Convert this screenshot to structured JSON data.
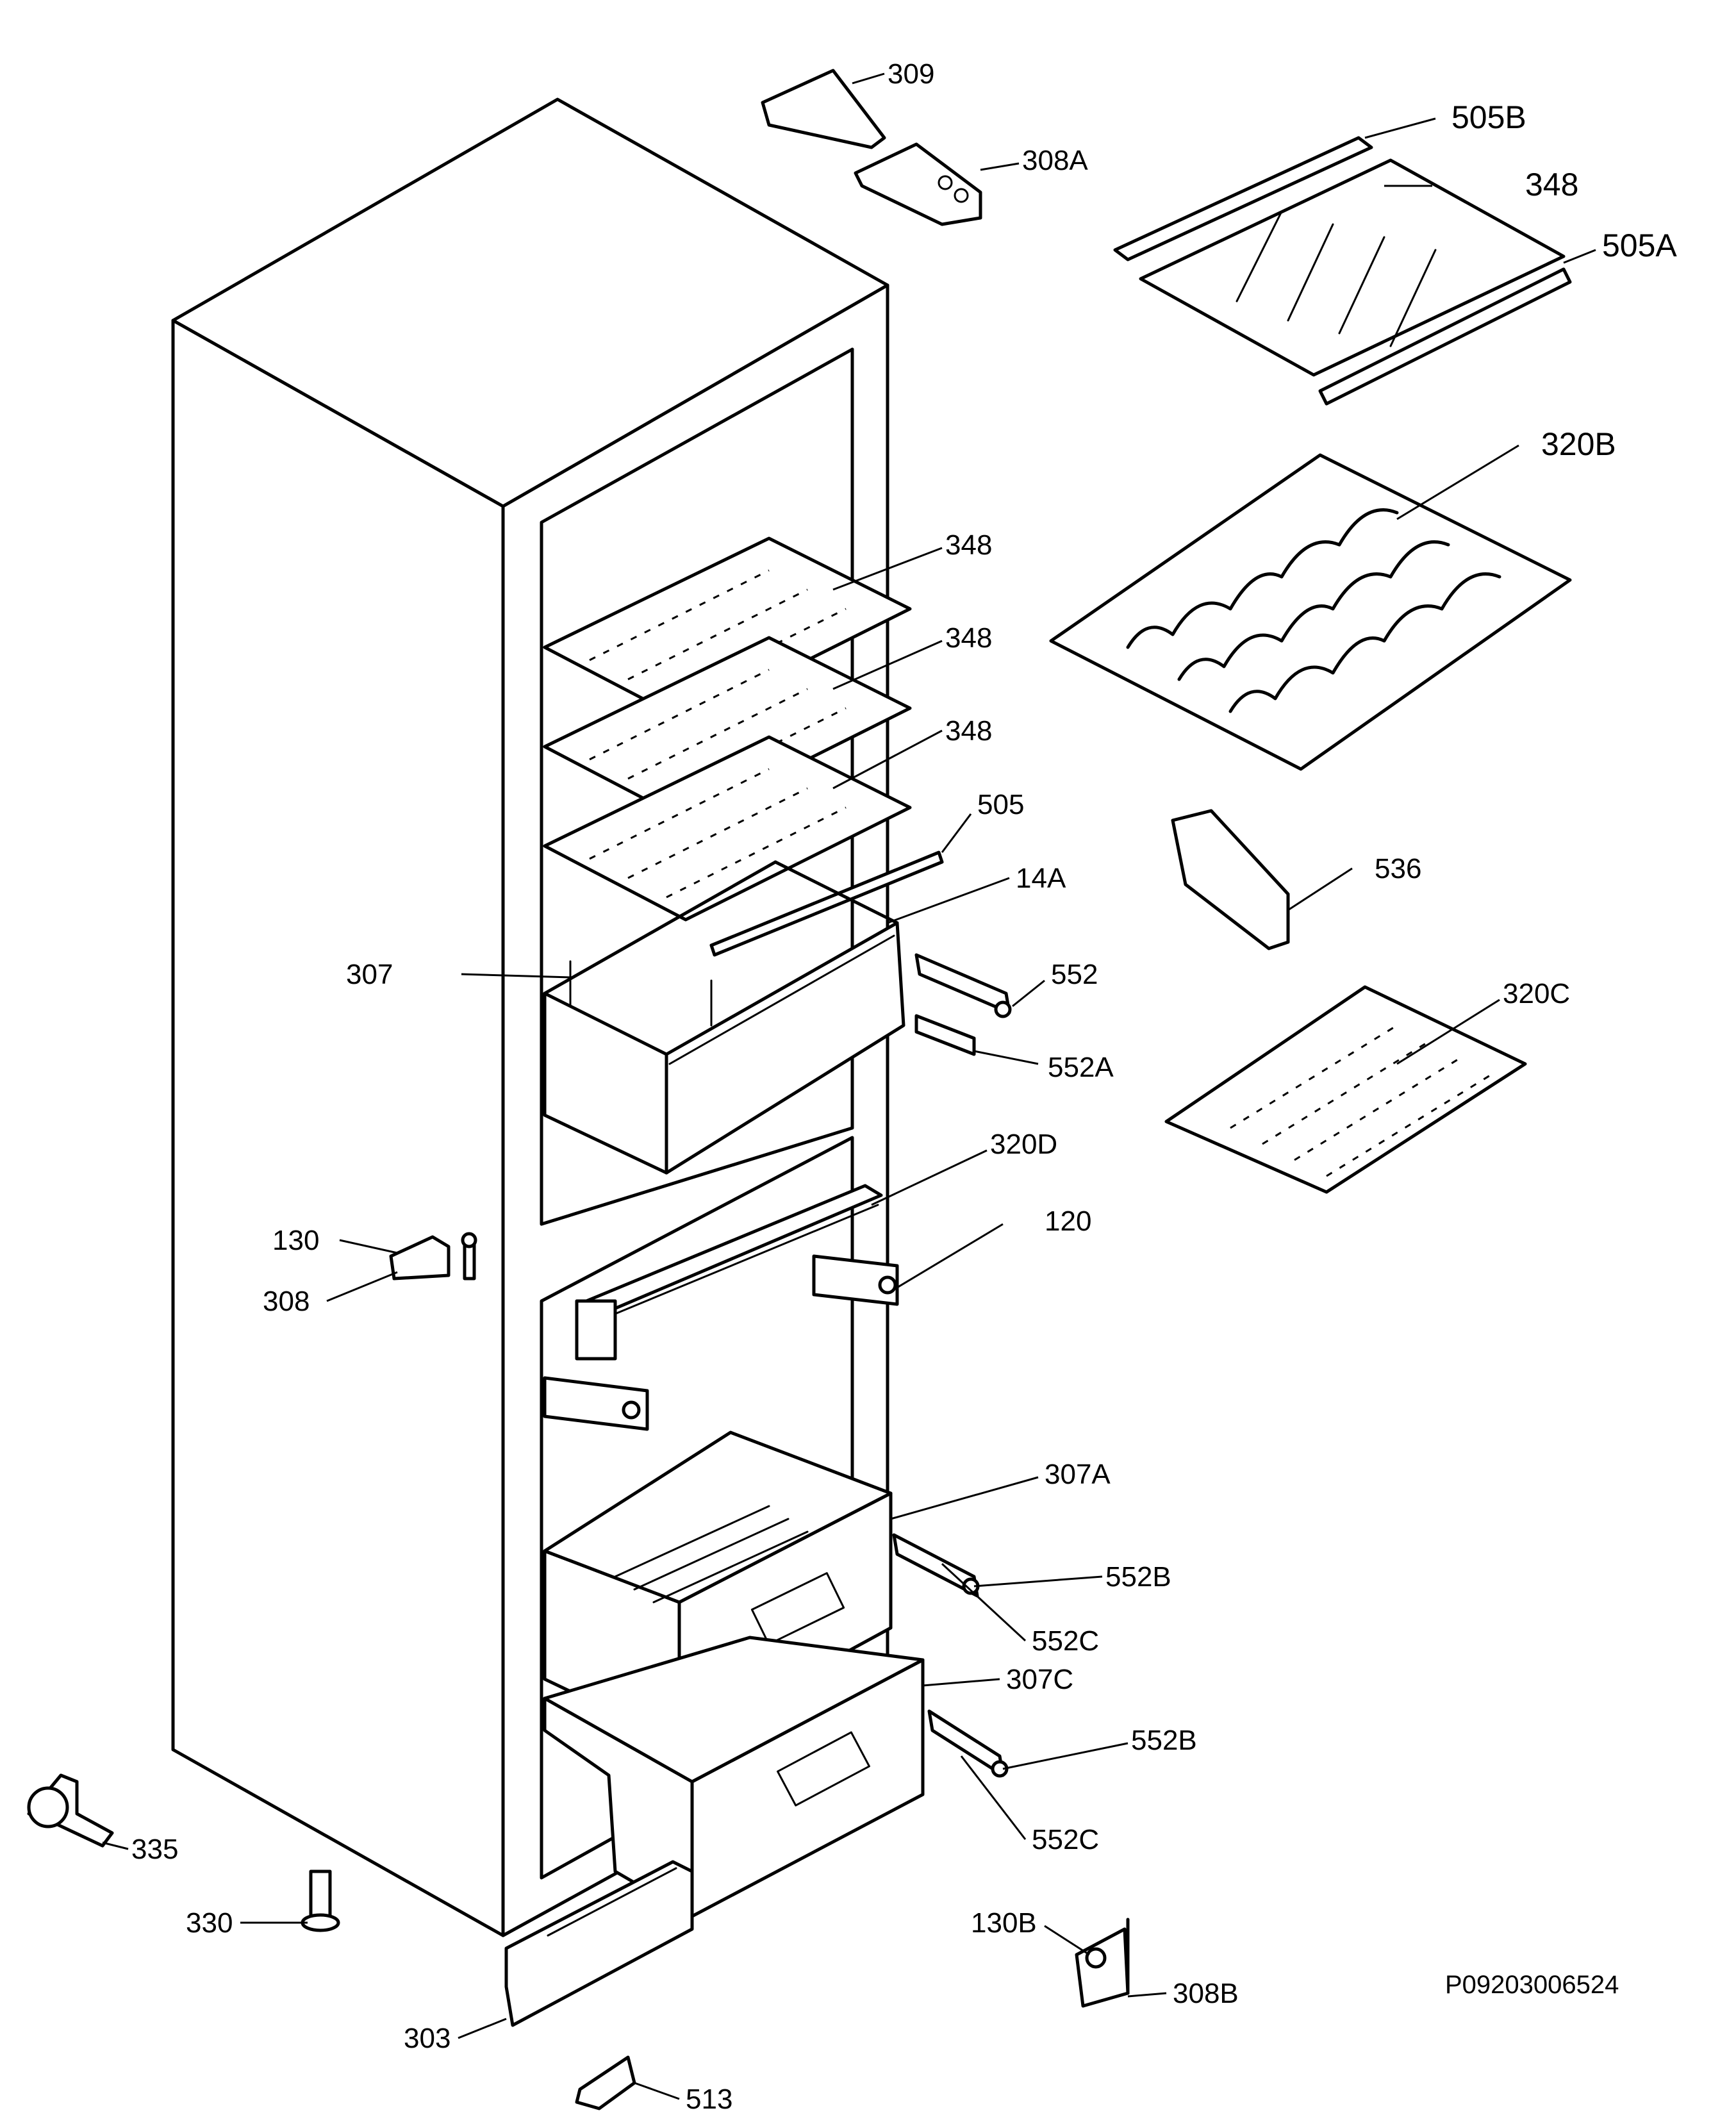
{
  "labels": {
    "l309": "309",
    "l308a": "308A",
    "l505b": "505B",
    "l348_top": "348",
    "l505a": "505A",
    "l320b": "320B",
    "l348_1": "348",
    "l348_2": "348",
    "l348_3": "348",
    "l505": "505",
    "l14a": "14A",
    "l536": "536",
    "l307": "307",
    "l552": "552",
    "l552a": "552A",
    "l320c": "320C",
    "l320d": "320D",
    "l120": "120",
    "l130": "130",
    "l308": "308",
    "l307a": "307A",
    "l552b_1": "552B",
    "l552c_1": "552C",
    "l307c": "307C",
    "l552b_2": "552B",
    "l552c_2": "552C",
    "l335": "335",
    "l330": "330",
    "l130b": "130B",
    "l308b": "308B",
    "l303": "303",
    "l513": "513"
  },
  "drawing_code": "P09203006524"
}
